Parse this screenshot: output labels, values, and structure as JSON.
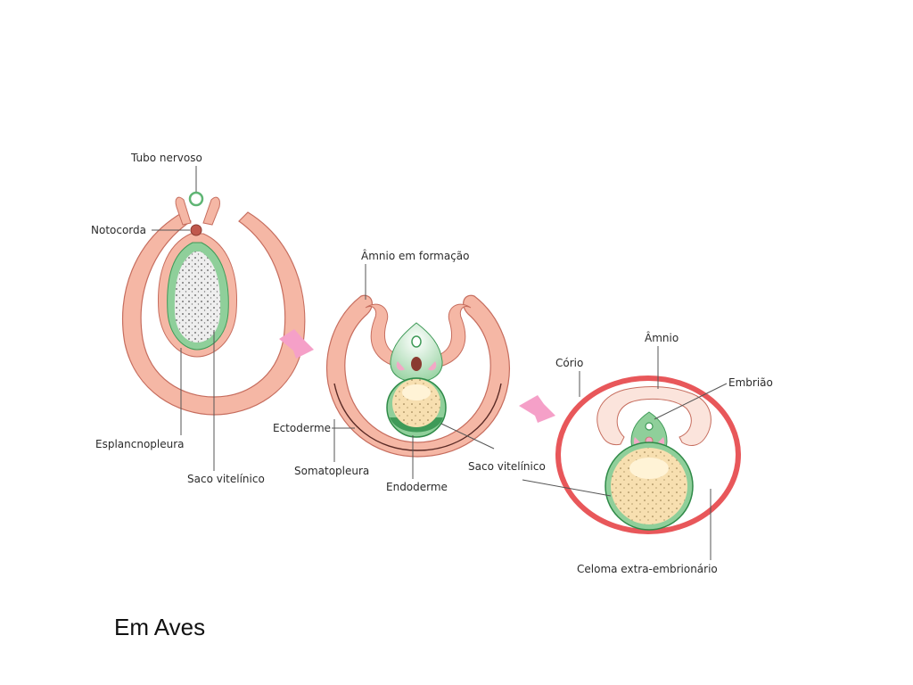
{
  "caption": "Em Aves",
  "colors": {
    "somatopleura": "#f5b7a5",
    "somatopleura_edge": "#c66d5e",
    "endoderm": "#8fcf9a",
    "endoderm_edge": "#3f9a58",
    "yolk": "#f7dfb0",
    "chorion": "#e8575a",
    "arrow": "#f5a0c8",
    "notochord": "#c0584d"
  },
  "stages": [
    {
      "labels": {
        "tubo_nervoso": "Tubo nervoso",
        "notocorda": "Notocorda",
        "esplancnopleura": "Esplancnopleura",
        "saco_vitelinico": "Saco vitelínico"
      }
    },
    {
      "labels": {
        "amnio_em_formacao": "Âmnio em formação",
        "ectoderme": "Ectoderme",
        "somatopleura": "Somatopleura",
        "endoderme": "Endoderme",
        "saco_vitelinico": "Saco vitelínico"
      }
    },
    {
      "labels": {
        "amnio": "Âmnio",
        "corio": "Cório",
        "embriao": "Embrião",
        "celoma": "Celoma extra-embrionário"
      }
    }
  ]
}
